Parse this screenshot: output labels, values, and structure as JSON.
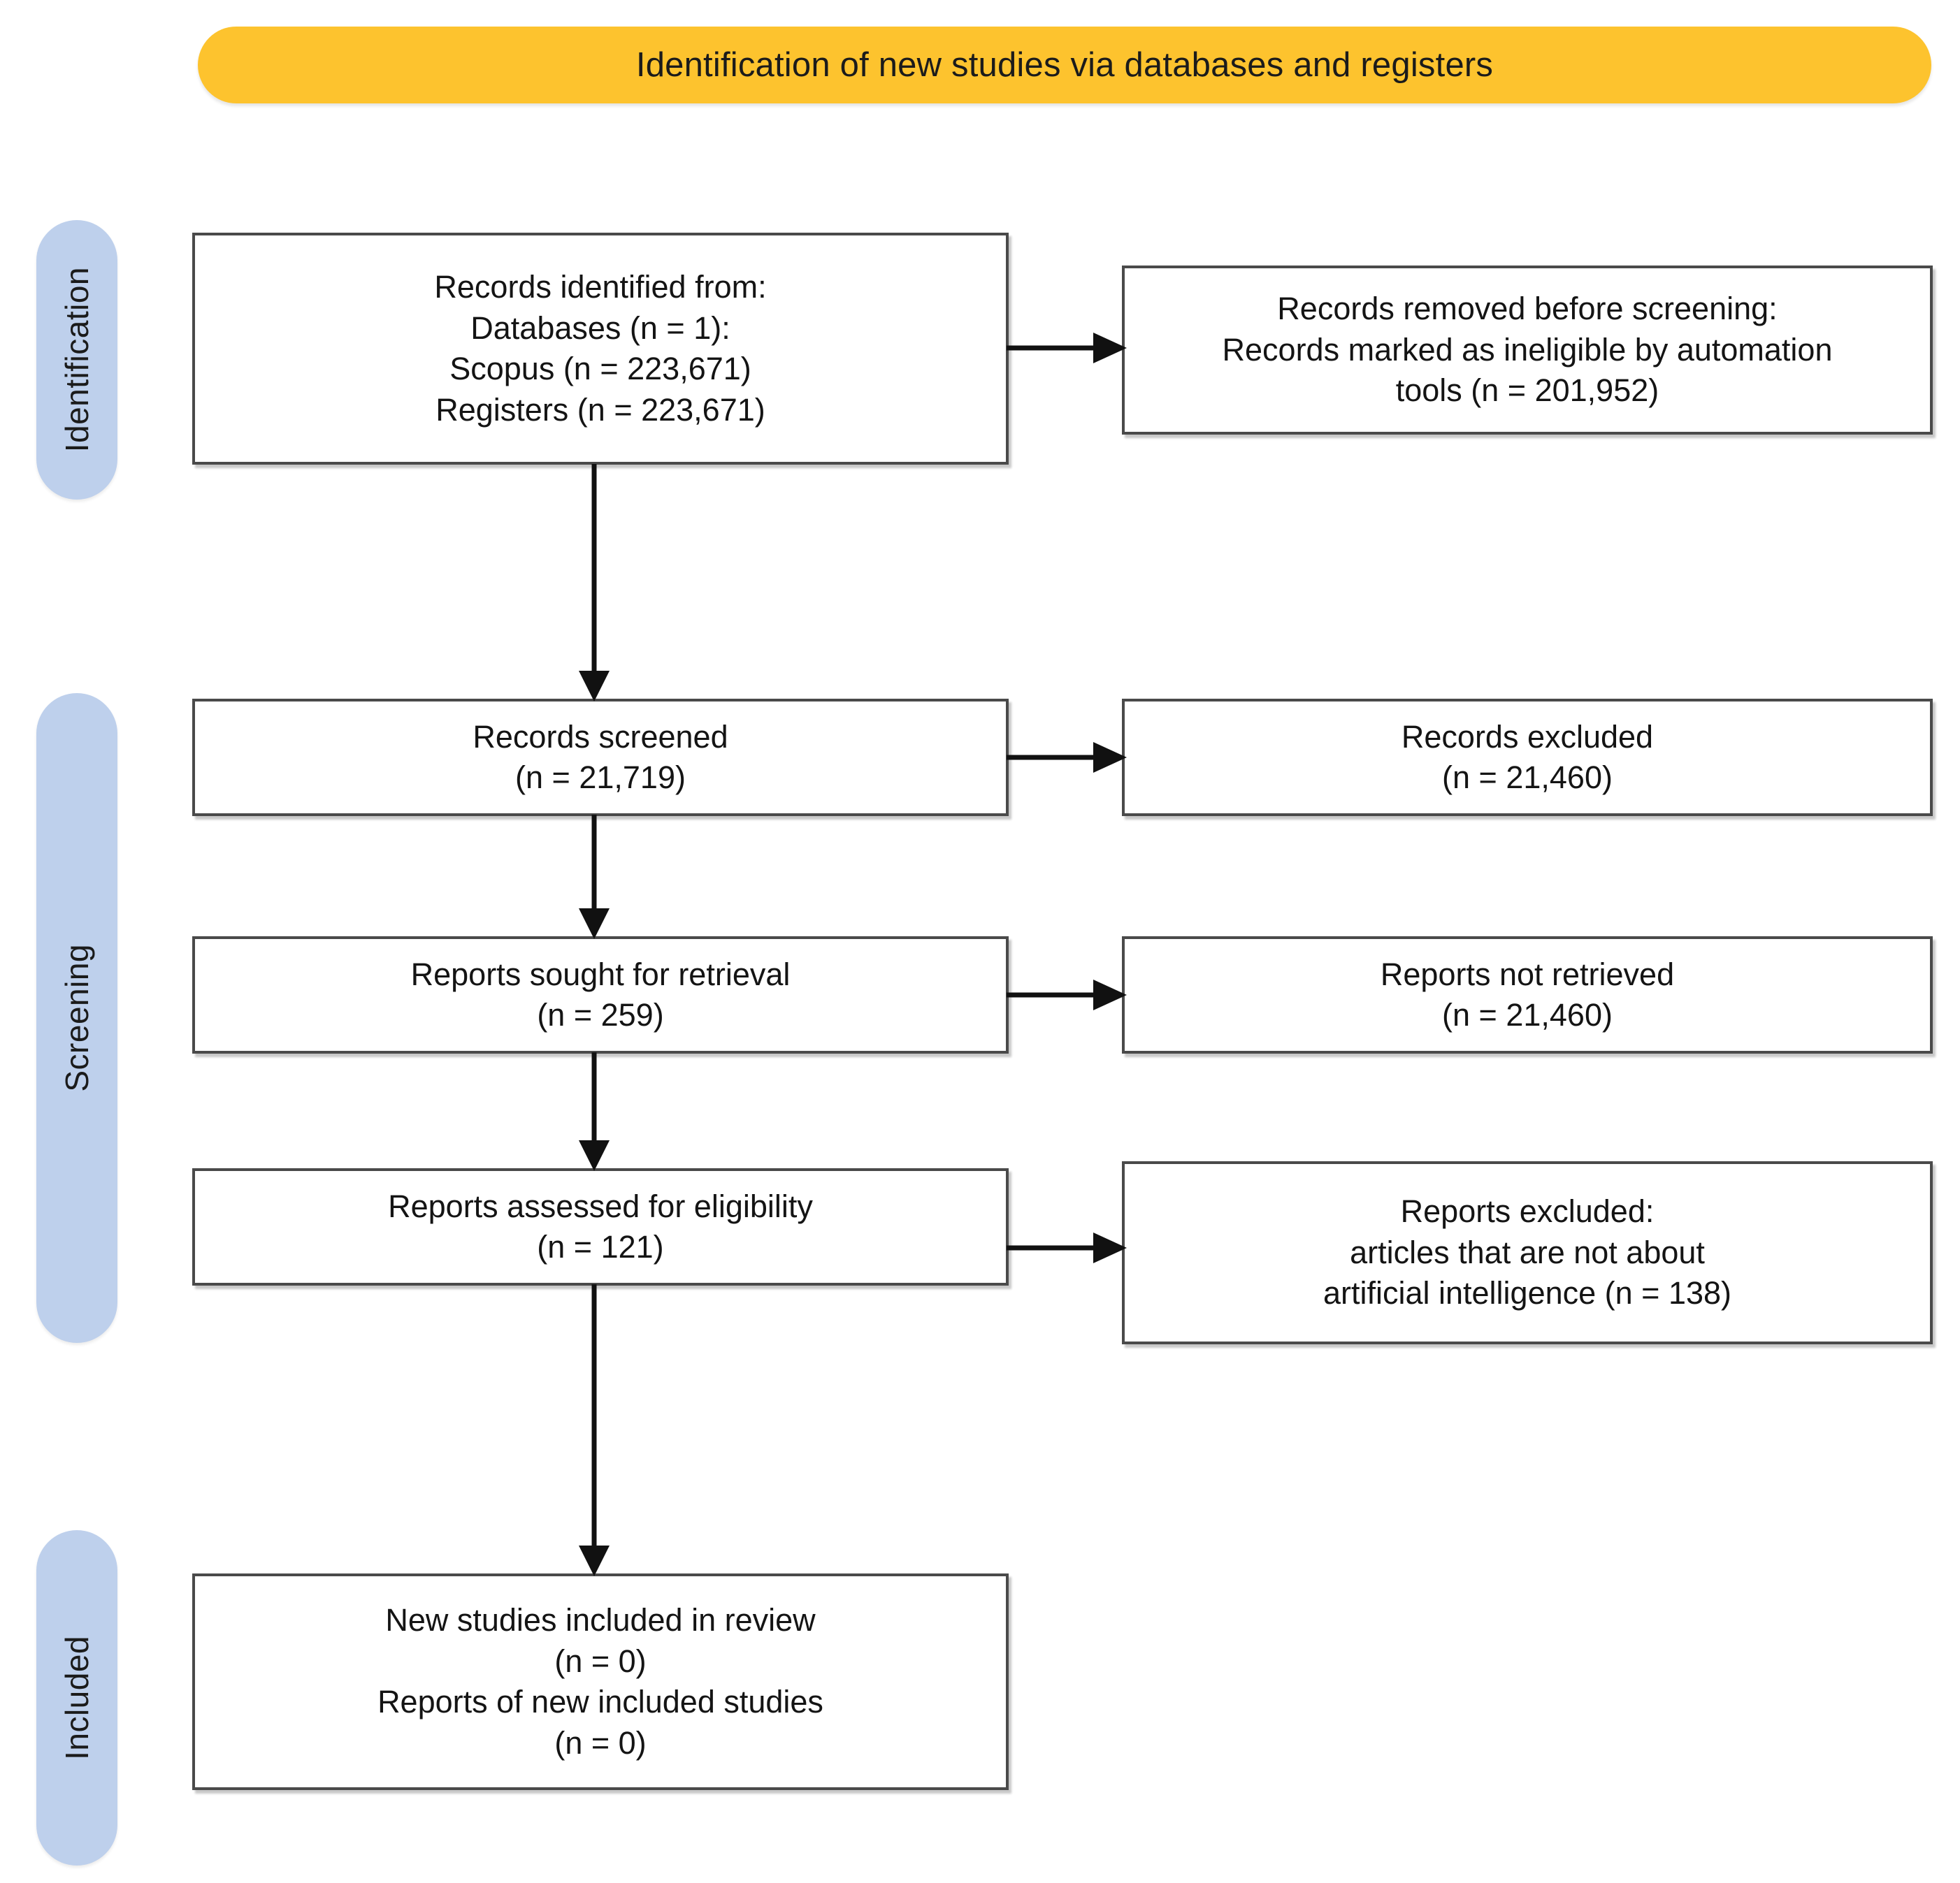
{
  "banner": {
    "title": "Identification of new studies via databases and registers",
    "color": "#fdc32e"
  },
  "phases": {
    "color": "#bed0ec",
    "identification": "Identification",
    "screening": "Screening",
    "included": "Included"
  },
  "boxes": {
    "identified": "Records identified from:\nDatabases (n = 1):\nScopus (n = 223,671)\nRegisters (n = 223,671)",
    "removed": "Records removed before screening:\nRecords marked as ineligible by automation\ntools (n = 201,952)",
    "screened": "Records screened\n(n = 21,719)",
    "excluded_records": "Records excluded\n(n = 21,460)",
    "sought": "Reports sought for retrieval\n(n = 259)",
    "not_retrieved": "Reports not retrieved\n(n = 21,460)",
    "assessed": "Reports assessed for eligibility\n(n = 121)",
    "reports_excluded": "Reports excluded:\narticles that are not about\nartificial intelligence (n = 138)",
    "included": "New studies included in review\n(n = 0)\nReports of new included studies\n(n = 0)"
  },
  "chart_data": {
    "type": "diagram",
    "title": "Identification of new studies via databases and registers",
    "nodes": [
      {
        "id": "identified",
        "phase": "Identification",
        "column": "left",
        "label": "Records identified from: Databases (n = 1): Scopus (n = 223,671) Registers (n = 223,671)",
        "values": {
          "databases": 1,
          "scopus": 223671,
          "registers": 223671
        }
      },
      {
        "id": "removed",
        "phase": "Identification",
        "column": "right",
        "label": "Records removed before screening: Records marked as ineligible by automation tools (n = 201,952)",
        "values": {
          "automation_tools": 201952
        }
      },
      {
        "id": "screened",
        "phase": "Screening",
        "column": "left",
        "label": "Records screened",
        "values": {
          "n": 21719
        }
      },
      {
        "id": "excluded_records",
        "phase": "Screening",
        "column": "right",
        "label": "Records excluded",
        "values": {
          "n": 21460
        }
      },
      {
        "id": "sought",
        "phase": "Screening",
        "column": "left",
        "label": "Reports sought for retrieval",
        "values": {
          "n": 259
        }
      },
      {
        "id": "not_retrieved",
        "phase": "Screening",
        "column": "right",
        "label": "Reports not retrieved",
        "values": {
          "n": 21460
        }
      },
      {
        "id": "assessed",
        "phase": "Screening",
        "column": "left",
        "label": "Reports assessed for eligibility",
        "values": {
          "n": 121
        }
      },
      {
        "id": "reports_excluded",
        "phase": "Screening",
        "column": "right",
        "label": "Reports excluded: articles that are not about artificial intelligence",
        "values": {
          "n": 138
        }
      },
      {
        "id": "included",
        "phase": "Included",
        "column": "left",
        "label": "New studies included in review / Reports of new included studies",
        "values": {
          "new_studies": 0,
          "reports_of_new_included_studies": 0
        }
      }
    ],
    "edges": [
      {
        "from": "identified",
        "to": "removed",
        "direction": "right"
      },
      {
        "from": "identified",
        "to": "screened",
        "direction": "down"
      },
      {
        "from": "screened",
        "to": "excluded_records",
        "direction": "right"
      },
      {
        "from": "screened",
        "to": "sought",
        "direction": "down"
      },
      {
        "from": "sought",
        "to": "not_retrieved",
        "direction": "right"
      },
      {
        "from": "sought",
        "to": "assessed",
        "direction": "down"
      },
      {
        "from": "assessed",
        "to": "reports_excluded",
        "direction": "right"
      },
      {
        "from": "assessed",
        "to": "included",
        "direction": "down"
      }
    ]
  }
}
